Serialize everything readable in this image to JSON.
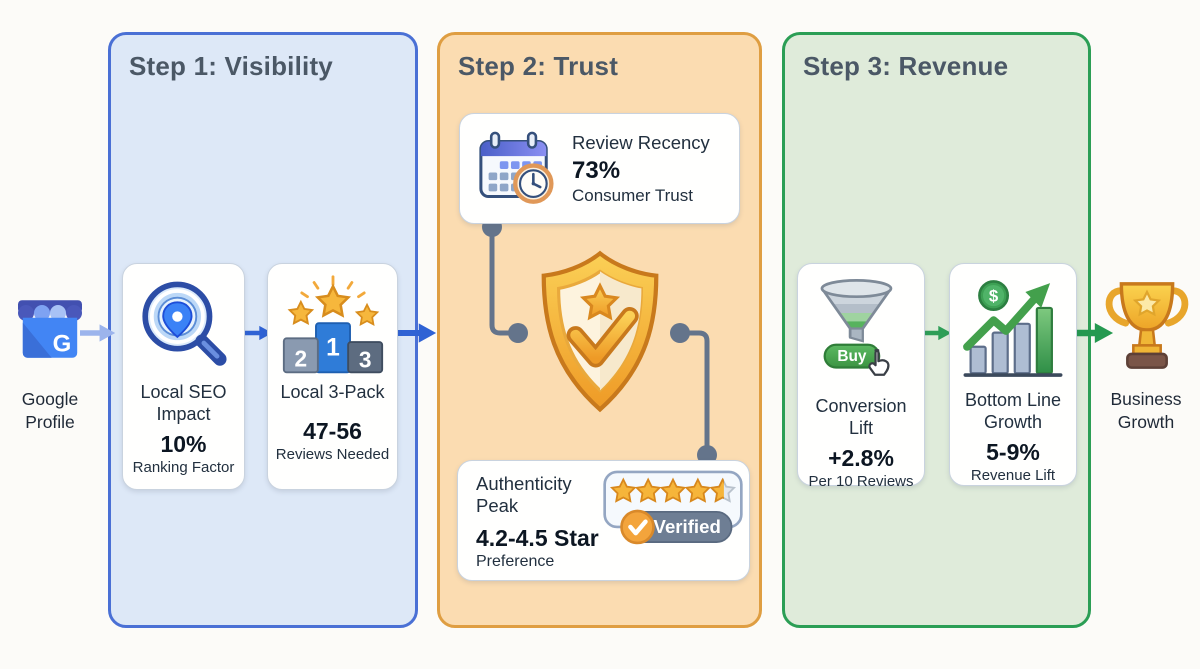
{
  "diagram": {
    "steps": [
      {
        "title": "Step 1: Visibility",
        "fill": "#dde8f7",
        "border": "#4a70d5",
        "cards": [
          {
            "title": "Local SEO Impact",
            "value": "10%",
            "subtitle": "Ranking Factor",
            "icon": "magnifier-location-pin-icon"
          },
          {
            "title": "Local 3-Pack",
            "value": "47-56",
            "subtitle": "Reviews Needed",
            "icon": "podium-stars-icon",
            "podium": {
              "first": "1",
              "second": "2",
              "third": "3"
            }
          }
        ]
      },
      {
        "title": "Step 2: Trust",
        "fill": "#fbdcb1",
        "border": "#df9e42",
        "center_icon": "shield-check-star-icon",
        "cards": [
          {
            "title": "Review Recency",
            "value": "73%",
            "subtitle": "Consumer Trust",
            "icon": "calendar-clock-icon"
          },
          {
            "title": "Authenticity Peak",
            "value": "4.2-4.5 Star",
            "subtitle": "Preference",
            "icon": "star-rating-verified-icon",
            "rating_stars": 4.5,
            "badge_label": "Verified"
          }
        ]
      },
      {
        "title": "Step 3: Revenue",
        "fill": "#dfebda",
        "border": "#2b9e55",
        "cards": [
          {
            "title": "Conversion Lift",
            "value": "+2.8%",
            "subtitle": "Per 10 Reviews",
            "icon": "conversion-funnel-icon",
            "button_label": "Buy"
          },
          {
            "title": "Bottom Line Growth",
            "value": "5-9%",
            "subtitle": "Revenue Lift",
            "icon": "bar-chart-growth-icon",
            "coin_symbol": "$"
          }
        ]
      }
    ],
    "source": {
      "label": "Google Profile",
      "icon": "google-business-storefront-icon",
      "g_letter": "G"
    },
    "outcome": {
      "label": "Business Growth",
      "icon": "trophy-icon"
    },
    "colors": {
      "arrow_blue": "#2f62d4",
      "arrow_light_blue": "#9cb4ec",
      "arrow_green": "#2e9e57",
      "connector_gray": "#64748b",
      "title_text": "#4b5866",
      "shield_gold": "#ef9b28"
    }
  }
}
